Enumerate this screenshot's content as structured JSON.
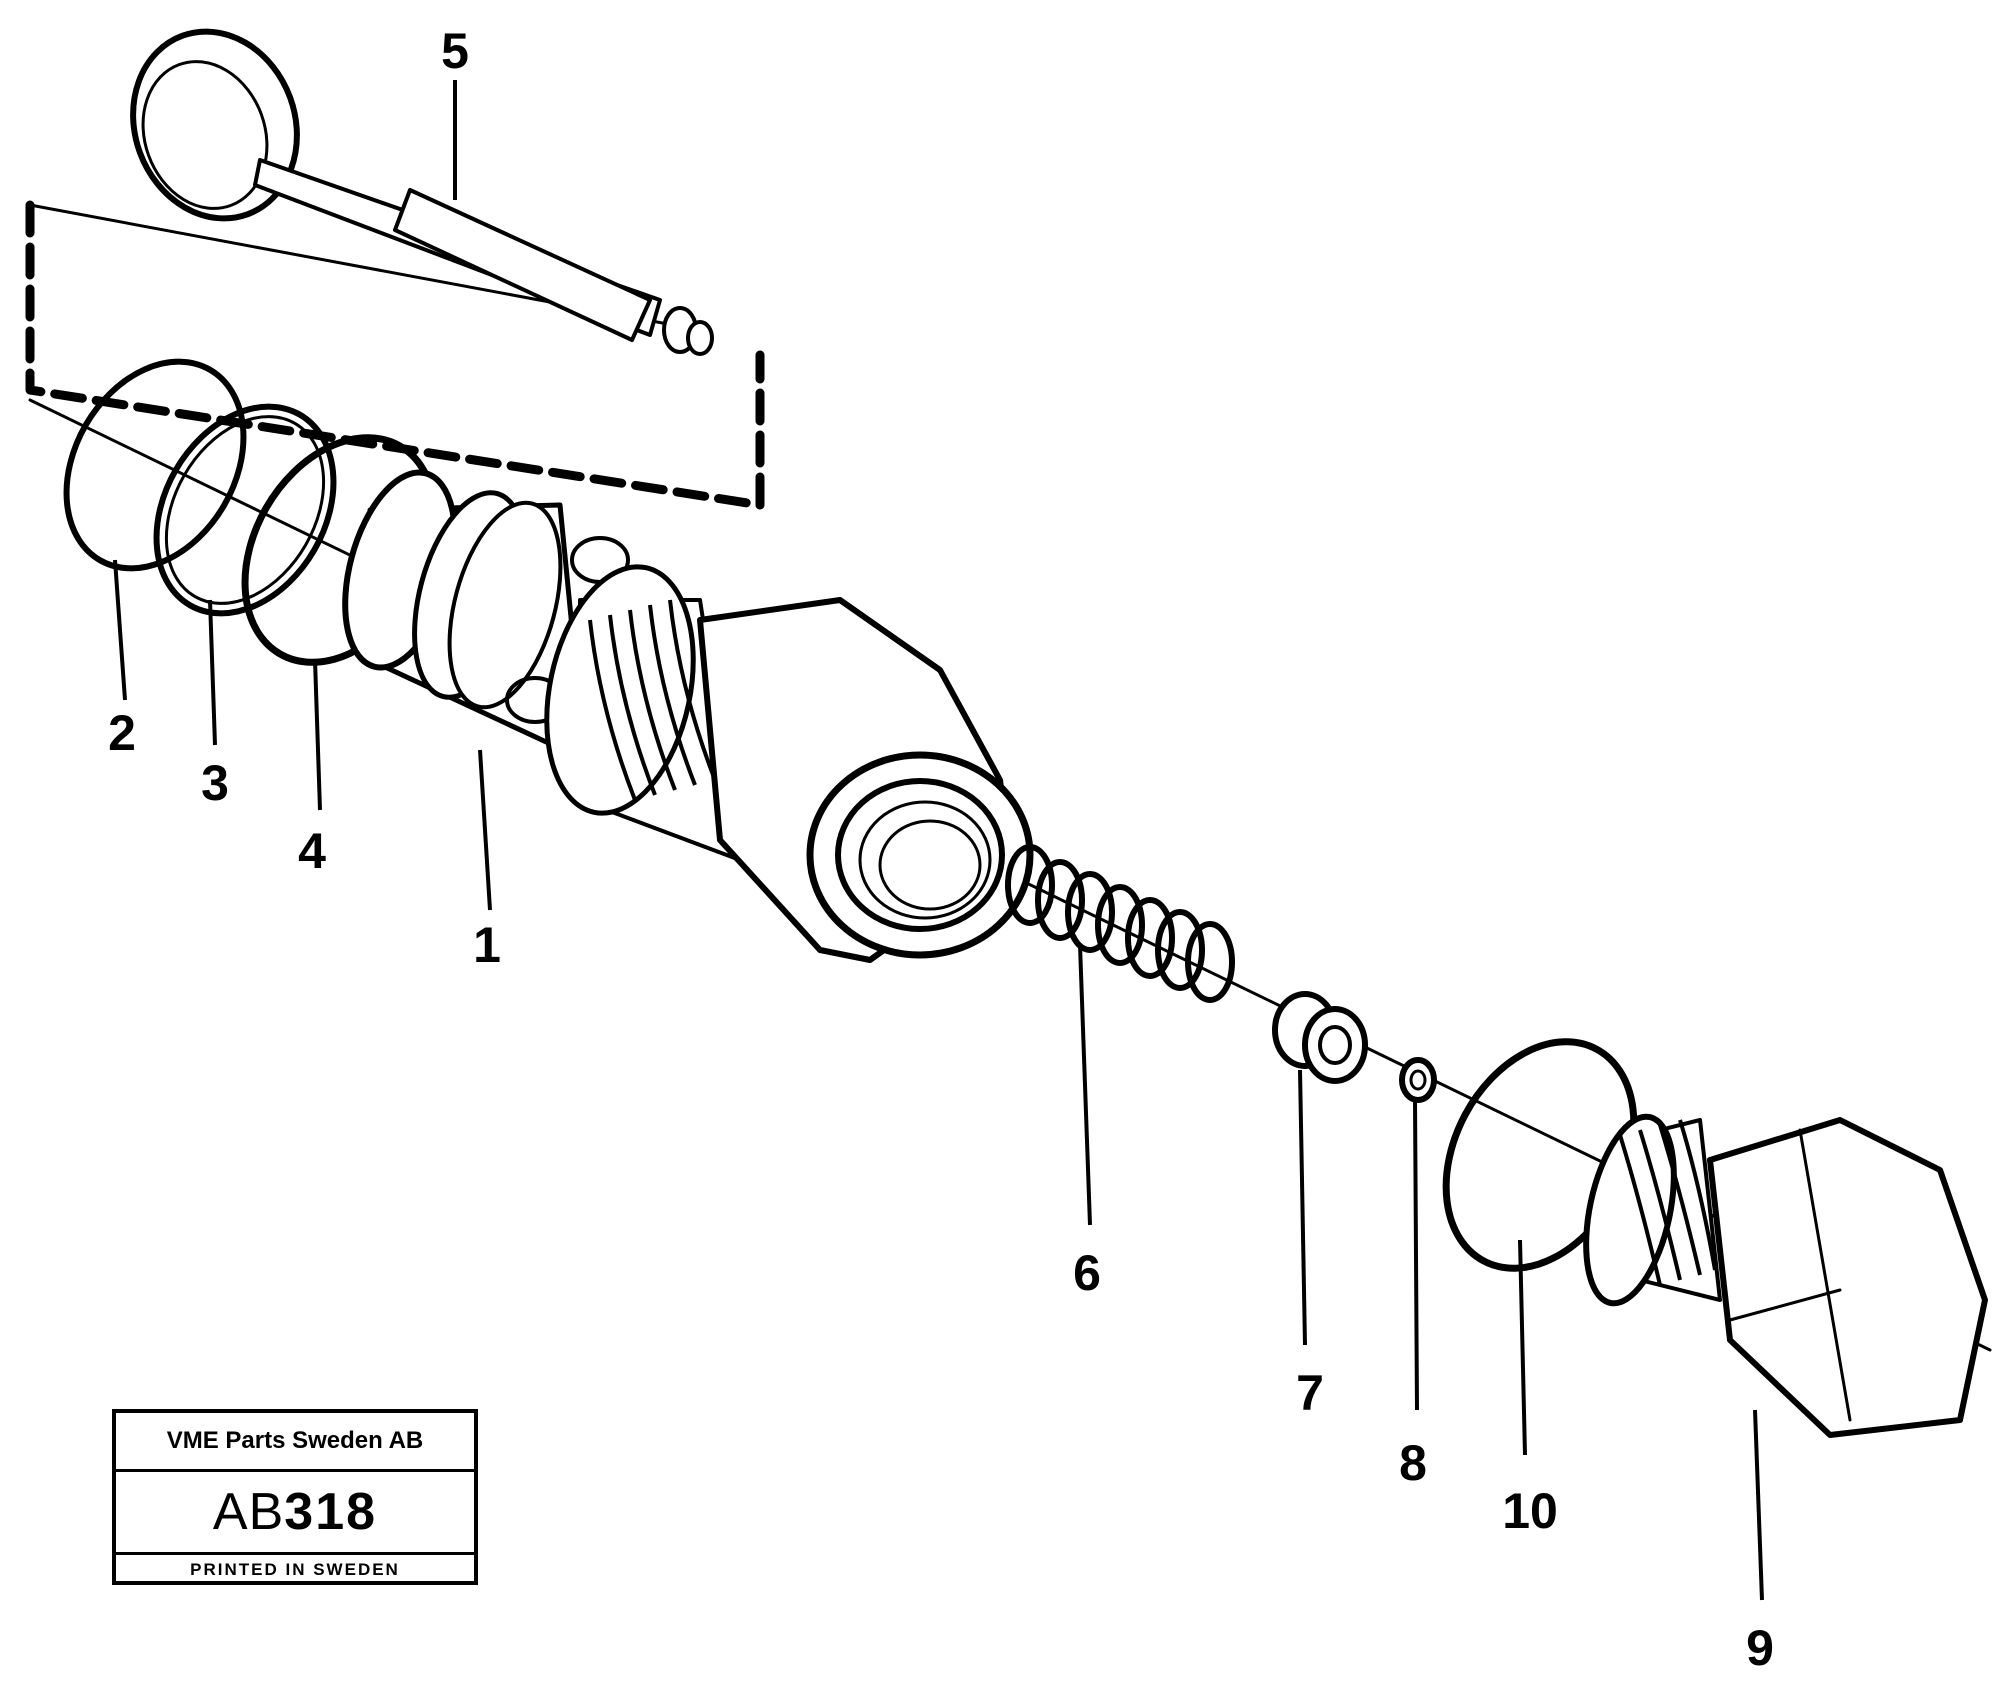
{
  "diagram": {
    "part_labels": [
      "1",
      "2",
      "3",
      "4",
      "5",
      "6",
      "7",
      "8",
      "9",
      "10"
    ]
  },
  "title_block": {
    "company": "VME Parts Sweden AB",
    "ref_prefix": "AB",
    "ref_number": "318",
    "printed": "PRINTED IN SWEDEN"
  }
}
